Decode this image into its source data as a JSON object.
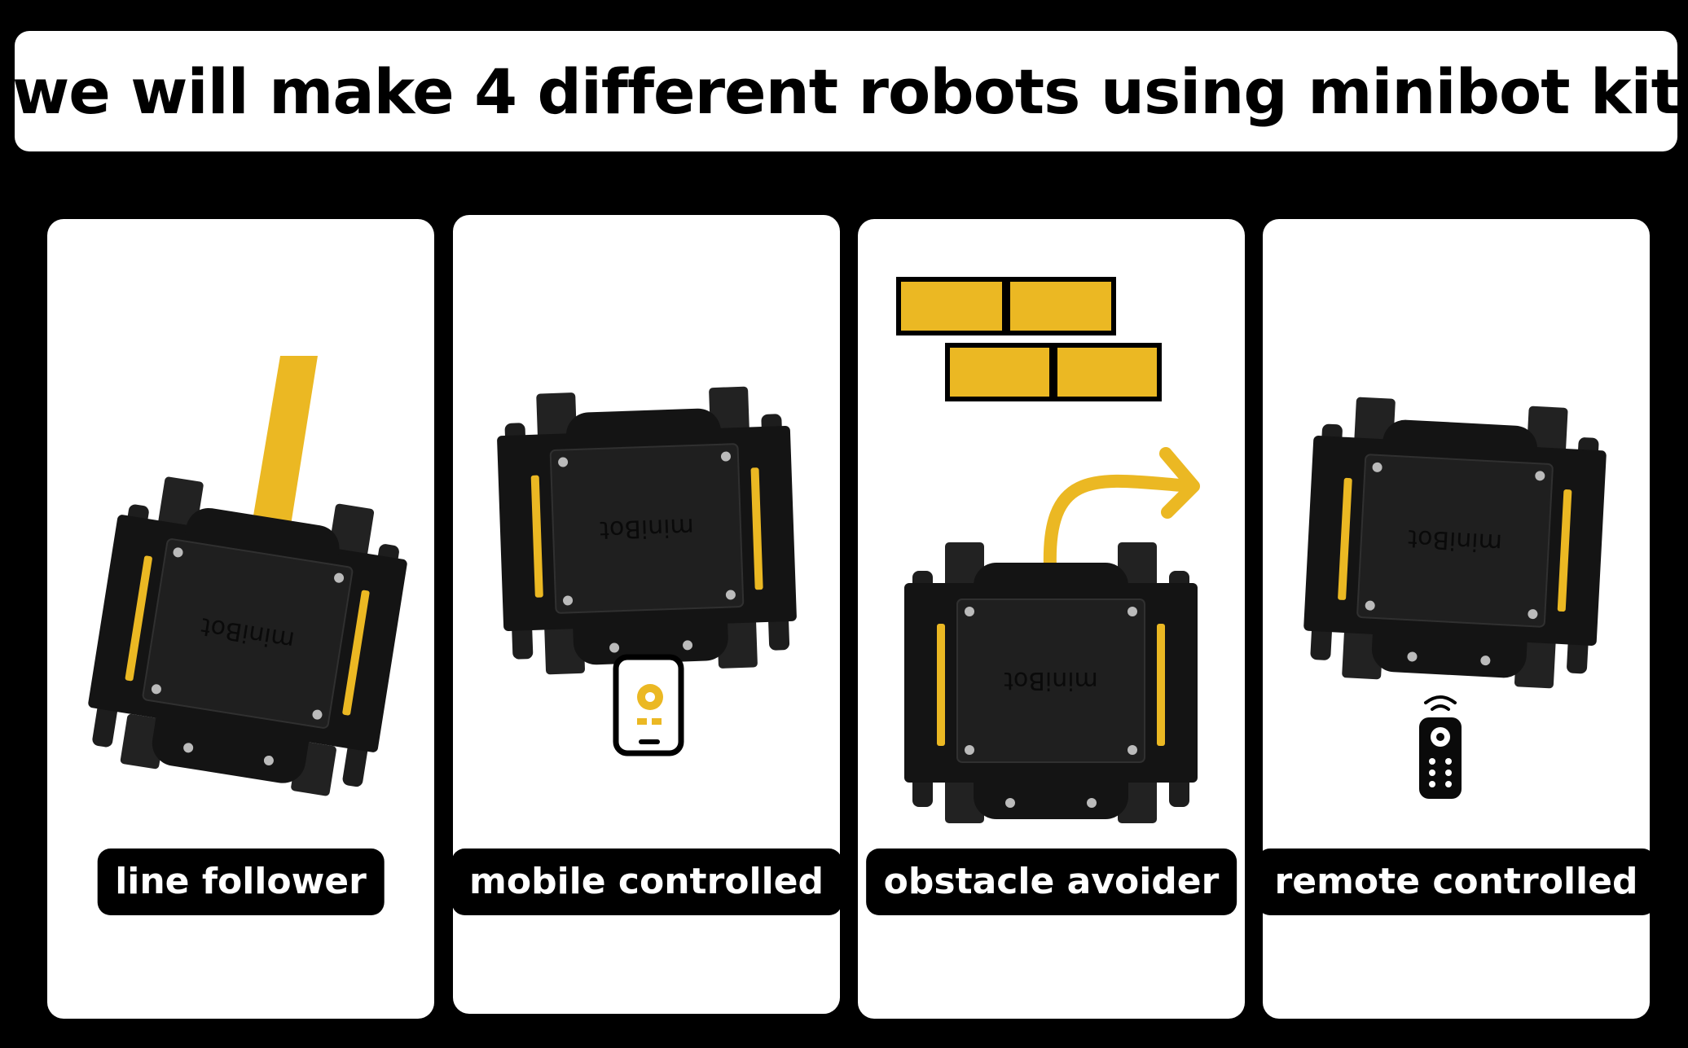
{
  "header": {
    "title": "we will make 4 different robots using minibot kit"
  },
  "robot_brand_text": "miniBot",
  "colors": {
    "accent": "#ebb823",
    "card": "#ffffff",
    "background": "#000000",
    "robot": "#141414"
  },
  "cards": [
    {
      "label": "line follower"
    },
    {
      "label": "mobile controlled"
    },
    {
      "label": "obstacle avoider"
    },
    {
      "label": "remote controlled"
    }
  ]
}
